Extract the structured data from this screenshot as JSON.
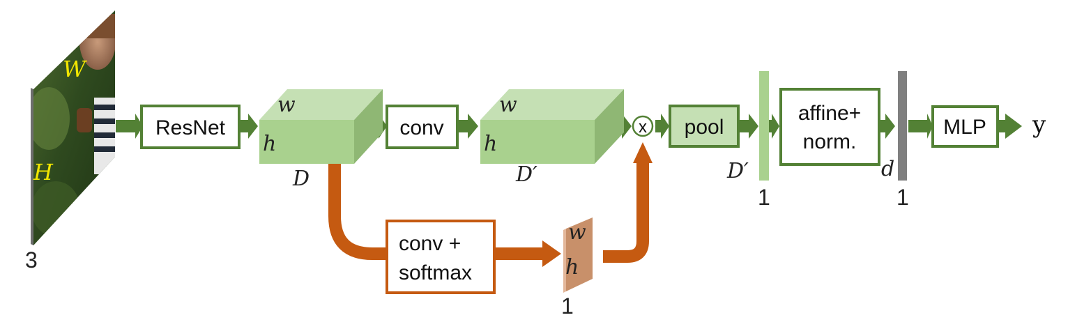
{
  "colors": {
    "green_arrow": "#538135",
    "green_box_border": "#538135",
    "cube_front": "#a9d18e",
    "cube_top": "#c5e0b4",
    "cube_side": "#8fb774",
    "orange": "#c55a11",
    "attention_map": "#c8906a",
    "light_green_vector": "#a9d18e",
    "gray_vector": "#7f7f7f",
    "yellow_text": "#f2e600"
  },
  "input": {
    "width_label": "W",
    "height_label": "H",
    "channels": "3"
  },
  "boxes": {
    "resnet": "ResNet",
    "conv": "conv",
    "conv_softmax_line1": "conv +",
    "conv_softmax_line2": "softmax",
    "pool": "pool",
    "affine_line1": "affine+",
    "affine_line2": "norm.",
    "mlp": "MLP"
  },
  "feature_map_1": {
    "w": "w",
    "h": "h",
    "depth": "D"
  },
  "feature_map_2": {
    "w": "w",
    "h": "h",
    "depth": "D′"
  },
  "attention": {
    "w": "w",
    "h": "h",
    "channels": "1"
  },
  "multiply_symbol": "x",
  "pooled_vector": {
    "dim": "D′",
    "ones": "1"
  },
  "embedding_vector": {
    "dim": "d",
    "ones": "1"
  },
  "output": "y"
}
